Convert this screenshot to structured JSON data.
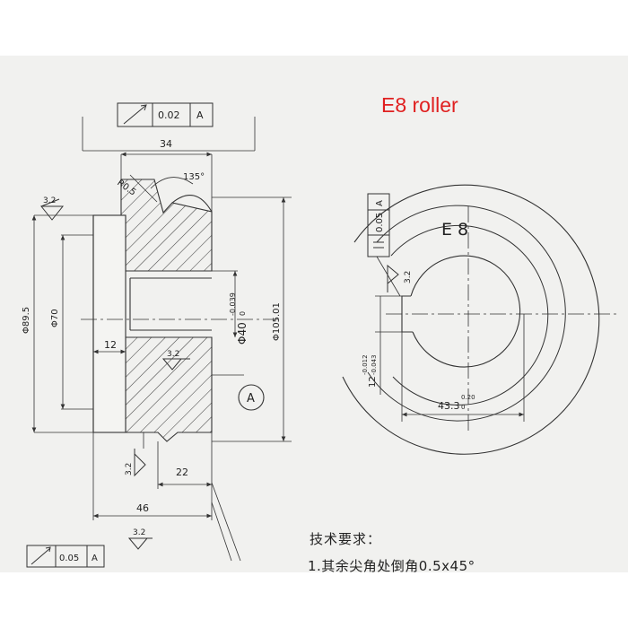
{
  "title": "E8 roller",
  "left_view": {
    "frame_top": {
      "value": "0.02",
      "datum": "A"
    },
    "frame_bottom": {
      "value": "0.05",
      "datum": "A"
    },
    "dims": {
      "width_top": "34",
      "radius": "R0.5",
      "angle": "135°",
      "roughness_top": "3.2",
      "roughness_bore": "3.2",
      "roughness_bottom": "3.2",
      "roughness_left": "3.2",
      "dia_895": "Φ89.5",
      "dia_70": "Φ70",
      "dia_40": "Φ40",
      "dia_40_tol_up": "-0.039",
      "dia_40_tol_low": "0",
      "dia_10501": "Φ105.01",
      "step_12": "12",
      "step_22": "22",
      "width_46": "46",
      "datum": "A"
    }
  },
  "right_view": {
    "frame": {
      "value": "0.05",
      "datum": "A"
    },
    "gear_label": "E 8",
    "roughness": "3.2",
    "keyway_width": "12",
    "keyway_width_tol_up": "-0.012",
    "keyway_width_tol_low": "-0.043",
    "keyway_depth": "43.3",
    "keyway_depth_tol_up": "0.20",
    "keyway_depth_tol_low": "0"
  },
  "requirements": {
    "heading": "技术要求：",
    "item_1": "1.其余尖角处倒角0.5x45°"
  }
}
